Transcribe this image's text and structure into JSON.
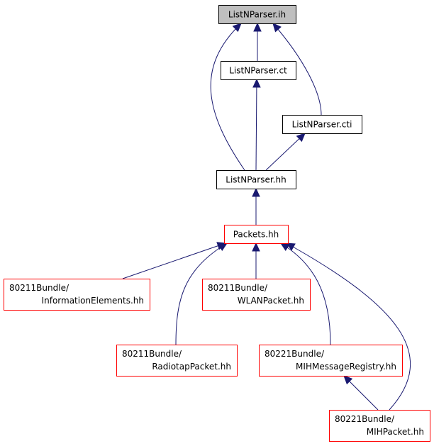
{
  "colors": {
    "edge": "#191970",
    "border_black": "#000000",
    "border_red": "#ff0000",
    "highlight_fill": "#bfbfbf",
    "fill": "#ffffff"
  },
  "nodes": {
    "listnparser_ih": {
      "lines": [
        "ListNParser.ih"
      ],
      "style": "highlight"
    },
    "listnparser_ct": {
      "lines": [
        "ListNParser.ct"
      ],
      "style": "black"
    },
    "listnparser_cti": {
      "lines": [
        "ListNParser.cti"
      ],
      "style": "black"
    },
    "listnparser_hh": {
      "lines": [
        "ListNParser.hh"
      ],
      "style": "black"
    },
    "packets_hh": {
      "lines": [
        "Packets.hh"
      ],
      "style": "red"
    },
    "information_elements_hh": {
      "lines": [
        "80211Bundle/",
        "InformationElements.hh"
      ],
      "style": "red"
    },
    "wlan_packet_hh": {
      "lines": [
        "80211Bundle/",
        "WLANPacket.hh"
      ],
      "style": "red"
    },
    "radiotap_packet_hh": {
      "lines": [
        "80211Bundle/",
        "RadiotapPacket.hh"
      ],
      "style": "red"
    },
    "mih_message_registry_hh": {
      "lines": [
        "80221Bundle/",
        "MIHMessageRegistry.hh"
      ],
      "style": "red"
    },
    "mih_packet_hh": {
      "lines": [
        "80221Bundle/",
        "MIHPacket.hh"
      ],
      "style": "red"
    }
  },
  "edges": [
    {
      "from": "listnparser_ct",
      "to": "listnparser_ih"
    },
    {
      "from": "listnparser_cti",
      "to": "listnparser_ih"
    },
    {
      "from": "listnparser_hh",
      "to": "listnparser_ih"
    },
    {
      "from": "listnparser_hh",
      "to": "listnparser_ct"
    },
    {
      "from": "listnparser_hh",
      "to": "listnparser_cti"
    },
    {
      "from": "packets_hh",
      "to": "listnparser_hh"
    },
    {
      "from": "information_elements_hh",
      "to": "packets_hh"
    },
    {
      "from": "wlan_packet_hh",
      "to": "packets_hh"
    },
    {
      "from": "radiotap_packet_hh",
      "to": "packets_hh"
    },
    {
      "from": "mih_message_registry_hh",
      "to": "packets_hh"
    },
    {
      "from": "mih_packet_hh",
      "to": "packets_hh"
    },
    {
      "from": "mih_packet_hh",
      "to": "mih_message_registry_hh"
    }
  ]
}
